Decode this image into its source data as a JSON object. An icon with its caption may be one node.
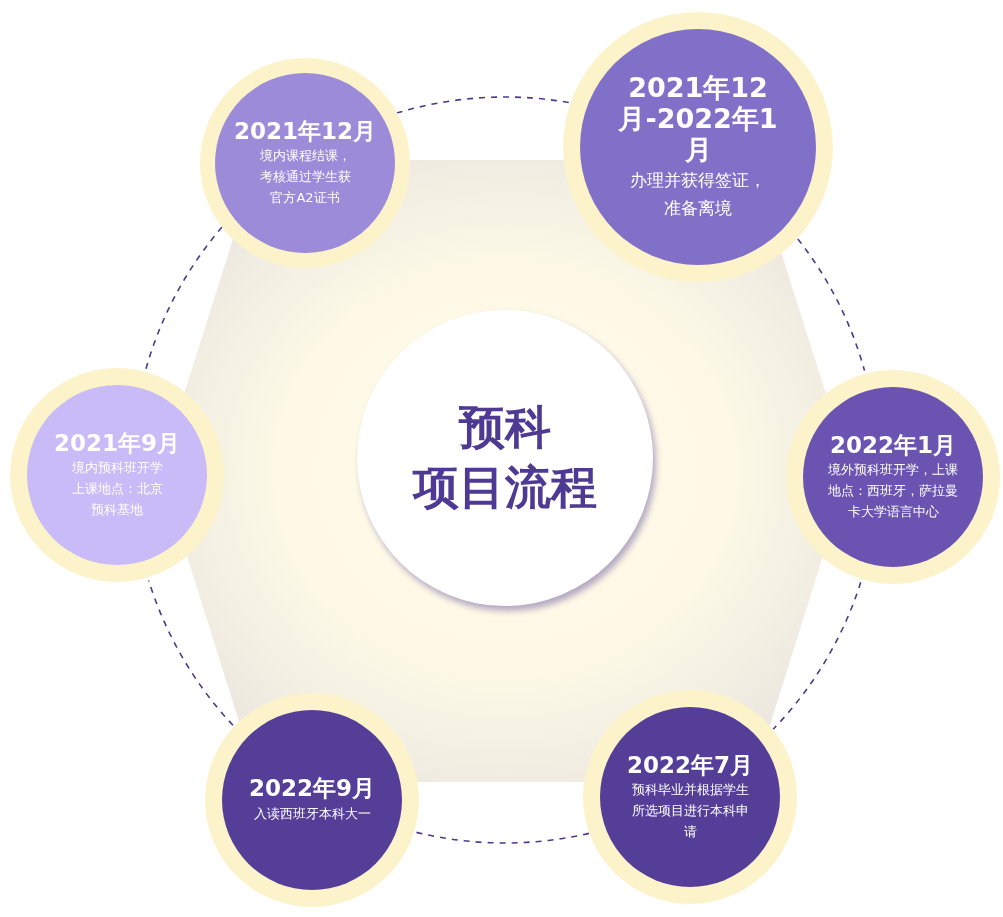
{
  "diagram": {
    "nodes": [
      {
        "text": [
          "2021年12月",
          "境内课程结课，考核通过学生获官方A2证书"
        ]
      },
      {
        "text": [
          "2021年12月-2022年1月",
          "办理并获得签证，准备离境"
        ]
      },
      {
        "text": [
          "2021年9月",
          "境内预科班开学上课地点：北京预科基地"
        ]
      },
      {
        "text": [
          "预科项目流程"
        ]
      },
      {
        "text": [
          "2022年1月",
          "境外预科班开学，上课地点：西班牙，萨拉曼卡大学语言中心"
        ]
      },
      {
        "text": [
          "2022年9月",
          "入读西班牙本科大一"
        ]
      },
      {
        "text": [
          "2022年7月",
          "预科毕业并根据学生所选项目进行本科申请"
        ]
      }
    ],
    "edges": [
      {
        "from": 2,
        "to": 0,
        "arrow": "none",
        "style": "dashed"
      },
      {
        "from": 0,
        "to": 1,
        "arrow": "none",
        "style": "dashed"
      },
      {
        "from": 1,
        "to": 4,
        "arrow": "none",
        "style": "dashed"
      },
      {
        "from": 4,
        "to": 6,
        "arrow": "none",
        "style": "dashed"
      },
      {
        "from": 6,
        "to": 5,
        "arrow": "none",
        "style": "dashed"
      },
      {
        "from": 5,
        "to": 2,
        "arrow": "none",
        "style": "dashed"
      }
    ]
  }
}
